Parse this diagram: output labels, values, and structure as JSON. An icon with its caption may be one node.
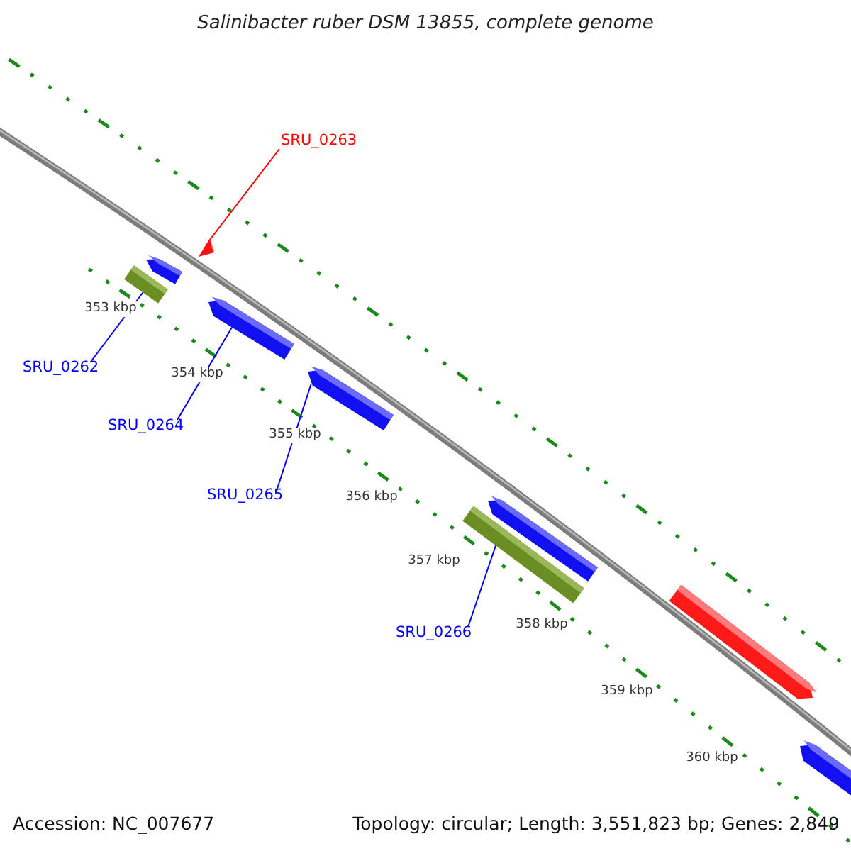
{
  "diagram": {
    "title": "Salinibacter ruber DSM 13855, complete genome",
    "nodes": [
      {
        "text": [
          "SRU_0263"
        ]
      },
      {
        "text": [],
        "shape": "triangle"
      },
      {
        "text": [],
        "shape": "bar"
      },
      {
        "text": [],
        "shape": "bar"
      },
      {
        "text": [
          "SRU_0262"
        ]
      },
      {
        "text": [],
        "shape": "bar"
      },
      {
        "text": [
          "SRU_0264"
        ]
      },
      {
        "text": [],
        "shape": "bar"
      },
      {
        "text": [
          "SRU_0265"
        ]
      },
      {
        "text": [],
        "shape": "bar"
      },
      {
        "text": [],
        "shape": "bar"
      },
      {
        "text": [
          "SRU_0266"
        ]
      },
      {
        "text": [],
        "shape": "bar"
      },
      {
        "text": [],
        "shape": "bar"
      }
    ],
    "edges": [
      {
        "from": 0,
        "to": 1,
        "arrow": "none",
        "color": "#ff0000"
      },
      {
        "from": 4,
        "to": 3,
        "arrow": "none"
      },
      {
        "from": 6,
        "to": 5,
        "arrow": "none"
      },
      {
        "from": 8,
        "to": 7,
        "arrow": "none"
      },
      {
        "from": 11,
        "to": 10,
        "arrow": "none"
      }
    ],
    "labels": [
      "353 kbp",
      "354 kbp",
      "355 kbp",
      "356 kbp",
      "357 kbp",
      "358 kbp",
      "359 kbp",
      "360 kbp",
      "Accession: NC_007677",
      "Topology: circular; Length: 3,551,823 bp; Genes: 2,849"
    ]
  }
}
